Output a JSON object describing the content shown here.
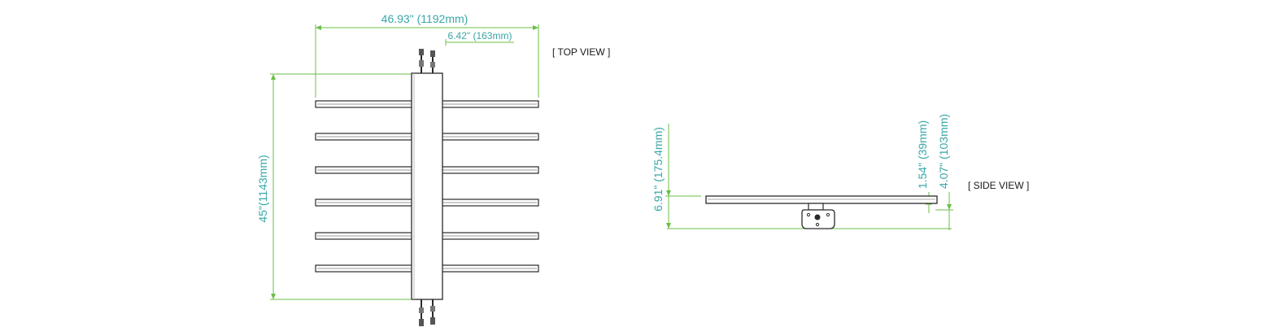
{
  "colors": {
    "dimension_text": "#3aa6a6",
    "dimension_line": "#6bbf45",
    "outline": "#2a2a2a",
    "background": "#ffffff"
  },
  "top_view": {
    "label": "[ TOP VIEW ]",
    "width_dim": "46.93\" (1192mm)",
    "bar_spacing_dim": "6.42\" (163mm)",
    "height_dim": "45\"(1143mm)",
    "bar_count": 6
  },
  "side_view": {
    "label": "[ SIDE VIEW ]",
    "total_height_dim": "6.91\" (175.4mm)",
    "bar_thickness_dim": "1.54\" (39mm)",
    "body_height_dim": "4.07\" (103mm)"
  }
}
